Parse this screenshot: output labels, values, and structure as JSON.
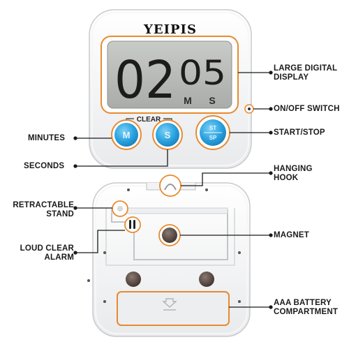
{
  "brand": "YEIPIS",
  "display": {
    "minutes": "02",
    "seconds": "05",
    "minutes_unit": "M",
    "seconds_unit": "S"
  },
  "clear_label": "CLEAR",
  "buttons": {
    "minutes": "M",
    "seconds": "S",
    "start_top": "ST",
    "start_bottom": "SP"
  },
  "callouts": {
    "large_display": [
      "LARGE DIGITAL",
      "DISPLAY"
    ],
    "on_off": "ON/OFF SWITCH",
    "start_stop": "START/STOP",
    "minutes": "MINUTES",
    "seconds": "SECONDS",
    "hanging_hook": [
      "HANGING",
      "HOOK"
    ],
    "retractable_stand": [
      "RETRACTABLE",
      "STAND"
    ],
    "magnet": "MAGNET",
    "alarm": [
      "LOUD CLEAR",
      "ALARM"
    ],
    "battery": [
      "AAA BATTERY",
      "COMPARTMENT"
    ]
  },
  "colors": {
    "accent": "#e88a2e",
    "button_blue": "#2aa3e0",
    "lcd": "#b9bcb9"
  }
}
